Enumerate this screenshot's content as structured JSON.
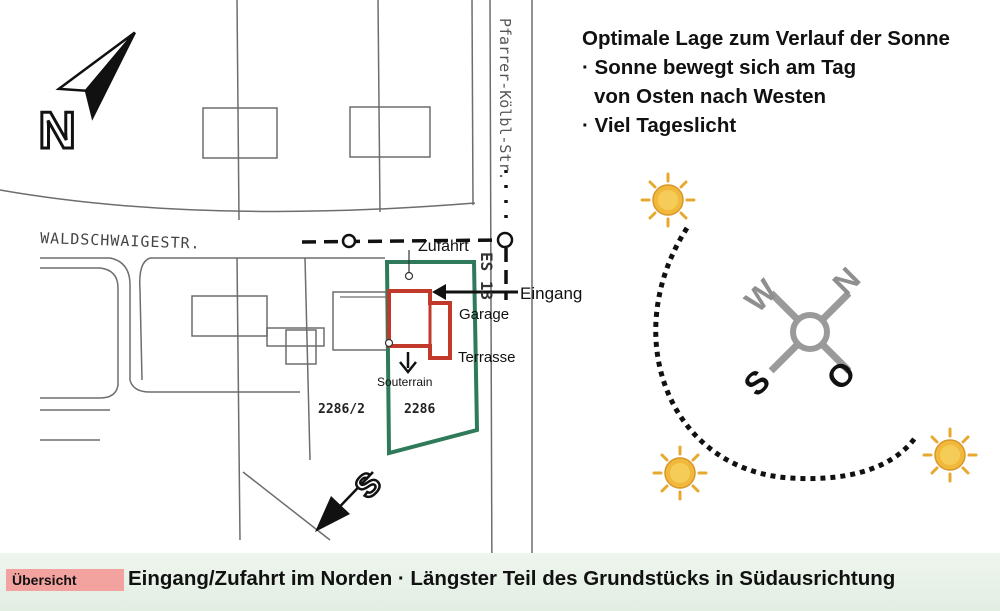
{
  "info": {
    "heading": "Optimale Lage zum Verlauf der Sonne",
    "bullet1_line1": "· Sonne bewegt sich am Tag",
    "bullet1_line2": "von Osten nach Westen",
    "bullet2": "· Viel Tageslicht"
  },
  "map": {
    "street_name_west": "WALDSCHWAIGESTR.",
    "street_name_north": "Pfarrer-Kölbl-Str.",
    "zone_label": "ES 13",
    "parcel_left": "2286/2",
    "parcel_right": "2286",
    "north_arrow_letter": "N",
    "south_arrow_letter": "S"
  },
  "labels": {
    "zufahrt": "Zufahrt",
    "eingang": "Eingang",
    "garage": "Garage",
    "terrasse": "Terrasse",
    "souterrain": "Souterrain"
  },
  "compass": {
    "north": "N",
    "south": "S",
    "east": "O",
    "west": "W"
  },
  "colors": {
    "plot_outline": "#2f7a5a",
    "house_outline": "#c0392b",
    "sun": "#e6a82e",
    "footer_tag": "#f2a3a0"
  },
  "footer": {
    "tag": "Übersicht",
    "caption": "Eingang/Zufahrt im Norden · Längster Teil des Grundstücks in Südausrichtung"
  }
}
